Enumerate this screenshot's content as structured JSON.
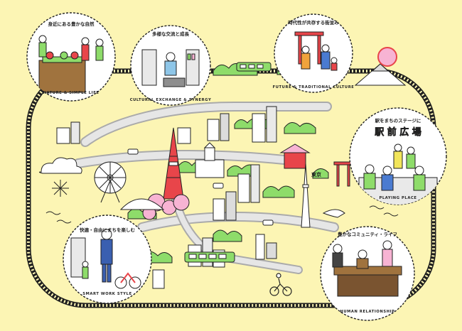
{
  "colors": {
    "background": "#fcf5b4",
    "green": "#8edc6a",
    "pink": "#f7b3d3",
    "red": "#e8454a",
    "rail": "#1e1e1e",
    "road": "#cfcfcf",
    "sky": "#ffffff"
  },
  "vignettes": [
    {
      "id": "nature",
      "title": "身近にある豊かな自然",
      "caption": "NATURE & SIMPLE LIFE"
    },
    {
      "id": "culture",
      "title": "多様な交流と成長",
      "caption": "CULTURAL EXCHANGE & SYNERGY"
    },
    {
      "id": "future",
      "title": "時代性が共存する街並み",
      "caption": "FUTURE & TRADITIONAL CULTURE"
    },
    {
      "id": "playing",
      "title": "駅をまちのステージに",
      "caption": "PLAYING PLACE",
      "sign": "駅 前 広 場"
    },
    {
      "id": "work",
      "title": "快適・自由にまちを楽しむ",
      "caption": "SMART WORK STYLE"
    },
    {
      "id": "human",
      "title": "豊かなコミュニティ・ライフ",
      "caption": "HUMAN RELATIONSHIP"
    }
  ],
  "map": {
    "station_label": "東京"
  }
}
